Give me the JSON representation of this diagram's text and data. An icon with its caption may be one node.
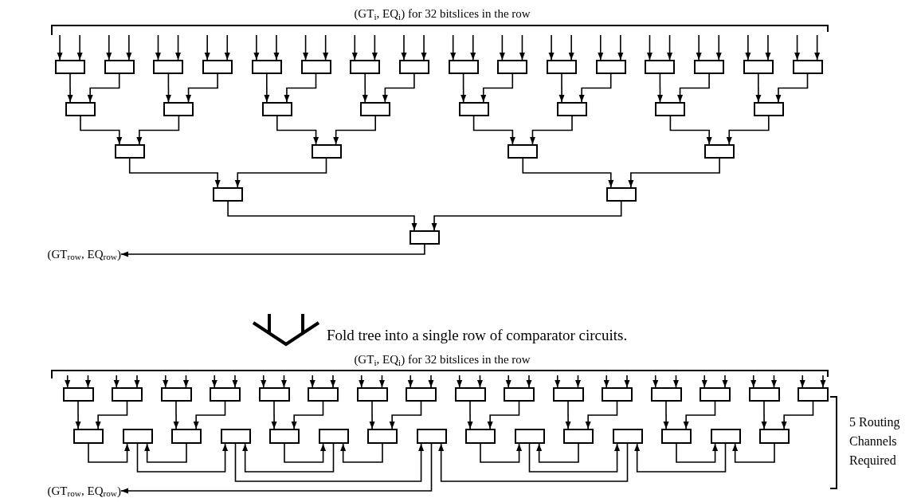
{
  "diagram": {
    "nodes": [
      {
        "text": [],
        "shape": "box"
      },
      {
        "text": [],
        "shape": "box"
      },
      {
        "text": [],
        "shape": "box"
      },
      {
        "text": [],
        "shape": "box"
      },
      {
        "text": [],
        "shape": "box"
      },
      {
        "text": [],
        "shape": "box"
      },
      {
        "text": [],
        "shape": "box"
      },
      {
        "text": [],
        "shape": "box"
      },
      {
        "text": [],
        "shape": "box"
      },
      {
        "text": [],
        "shape": "box"
      },
      {
        "text": [],
        "shape": "box"
      },
      {
        "text": [],
        "shape": "box"
      },
      {
        "text": [],
        "shape": "box"
      },
      {
        "text": [],
        "shape": "box"
      },
      {
        "text": [],
        "shape": "box"
      },
      {
        "text": [],
        "shape": "box"
      },
      {
        "text": [],
        "shape": "box"
      },
      {
        "text": [],
        "shape": "box"
      },
      {
        "text": [],
        "shape": "box"
      },
      {
        "text": [],
        "shape": "box"
      },
      {
        "text": [],
        "shape": "box"
      },
      {
        "text": [],
        "shape": "box"
      },
      {
        "text": [],
        "shape": "box"
      },
      {
        "text": [],
        "shape": "box"
      },
      {
        "text": [],
        "shape": "box"
      },
      {
        "text": [],
        "shape": "box"
      },
      {
        "text": [],
        "shape": "box"
      },
      {
        "text": [],
        "shape": "box"
      },
      {
        "text": [],
        "shape": "box"
      },
      {
        "text": [],
        "shape": "box"
      },
      {
        "text": [],
        "shape": "box"
      },
      {
        "text": [
          "(GT$_{row}$, EQ$_{row}$)"
        ]
      },
      {
        "text": [],
        "shape": "box"
      },
      {
        "text": [],
        "shape": "box"
      },
      {
        "text": [],
        "shape": "box"
      },
      {
        "text": [],
        "shape": "box"
      },
      {
        "text": [],
        "shape": "box"
      },
      {
        "text": [],
        "shape": "box"
      },
      {
        "text": [],
        "shape": "box"
      },
      {
        "text": [],
        "shape": "box"
      },
      {
        "text": [],
        "shape": "box"
      },
      {
        "text": [],
        "shape": "box"
      },
      {
        "text": [],
        "shape": "box"
      },
      {
        "text": [],
        "shape": "box"
      },
      {
        "text": [],
        "shape": "box"
      },
      {
        "text": [],
        "shape": "box"
      },
      {
        "text": [],
        "shape": "box"
      },
      {
        "text": [],
        "shape": "box"
      },
      {
        "text": [],
        "shape": "box"
      },
      {
        "text": [],
        "shape": "box"
      },
      {
        "text": [],
        "shape": "box"
      },
      {
        "text": [],
        "shape": "box"
      },
      {
        "text": [],
        "shape": "box"
      },
      {
        "text": [],
        "shape": "box"
      },
      {
        "text": [],
        "shape": "box"
      },
      {
        "text": [],
        "shape": "box"
      },
      {
        "text": [],
        "shape": "box"
      },
      {
        "text": [],
        "shape": "box"
      },
      {
        "text": [],
        "shape": "box"
      },
      {
        "text": [],
        "shape": "box"
      },
      {
        "text": [],
        "shape": "box"
      },
      {
        "text": [],
        "shape": "box"
      },
      {
        "text": [],
        "shape": "box"
      },
      {
        "text": [
          "(GT$_{row}$, EQ$_{row}$)"
        ]
      }
    ],
    "edges": [
      {
        "from": null,
        "to": 0,
        "arrow": "to"
      },
      {
        "from": null,
        "to": 0,
        "arrow": "to"
      },
      {
        "from": null,
        "to": 1,
        "arrow": "to"
      },
      {
        "from": null,
        "to": 1,
        "arrow": "to"
      },
      {
        "from": null,
        "to": 2,
        "arrow": "to"
      },
      {
        "from": null,
        "to": 2,
        "arrow": "to"
      },
      {
        "from": null,
        "to": 3,
        "arrow": "to"
      },
      {
        "from": null,
        "to": 3,
        "arrow": "to"
      },
      {
        "from": null,
        "to": 4,
        "arrow": "to"
      },
      {
        "from": null,
        "to": 4,
        "arrow": "to"
      },
      {
        "from": null,
        "to": 5,
        "arrow": "to"
      },
      {
        "from": null,
        "to": 5,
        "arrow": "to"
      },
      {
        "from": null,
        "to": 6,
        "arrow": "to"
      },
      {
        "from": null,
        "to": 6,
        "arrow": "to"
      },
      {
        "from": null,
        "to": 7,
        "arrow": "to"
      },
      {
        "from": null,
        "to": 7,
        "arrow": "to"
      },
      {
        "from": null,
        "to": 8,
        "arrow": "to"
      },
      {
        "from": null,
        "to": 8,
        "arrow": "to"
      },
      {
        "from": null,
        "to": 9,
        "arrow": "to"
      },
      {
        "from": null,
        "to": 9,
        "arrow": "to"
      },
      {
        "from": null,
        "to": 10,
        "arrow": "to"
      },
      {
        "from": null,
        "to": 10,
        "arrow": "to"
      },
      {
        "from": null,
        "to": 11,
        "arrow": "to"
      },
      {
        "from": null,
        "to": 11,
        "arrow": "to"
      },
      {
        "from": null,
        "to": 12,
        "arrow": "to"
      },
      {
        "from": null,
        "to": 12,
        "arrow": "to"
      },
      {
        "from": null,
        "to": 13,
        "arrow": "to"
      },
      {
        "from": null,
        "to": 13,
        "arrow": "to"
      },
      {
        "from": null,
        "to": 14,
        "arrow": "to"
      },
      {
        "from": null,
        "to": 14,
        "arrow": "to"
      },
      {
        "from": null,
        "to": 15,
        "arrow": "to"
      },
      {
        "from": null,
        "to": 15,
        "arrow": "to"
      },
      {
        "from": 0,
        "to": 16,
        "arrow": "to"
      },
      {
        "from": 1,
        "to": 16,
        "arrow": "to"
      },
      {
        "from": 2,
        "to": 17,
        "arrow": "to"
      },
      {
        "from": 3,
        "to": 17,
        "arrow": "to"
      },
      {
        "from": 4,
        "to": 18,
        "arrow": "to"
      },
      {
        "from": 5,
        "to": 18,
        "arrow": "to"
      },
      {
        "from": 6,
        "to": 19,
        "arrow": "to"
      },
      {
        "from": 7,
        "to": 19,
        "arrow": "to"
      },
      {
        "from": 8,
        "to": 20,
        "arrow": "to"
      },
      {
        "from": 9,
        "to": 20,
        "arrow": "to"
      },
      {
        "from": 10,
        "to": 21,
        "arrow": "to"
      },
      {
        "from": 11,
        "to": 21,
        "arrow": "to"
      },
      {
        "from": 12,
        "to": 22,
        "arrow": "to"
      },
      {
        "from": 13,
        "to": 22,
        "arrow": "to"
      },
      {
        "from": 14,
        "to": 23,
        "arrow": "to"
      },
      {
        "from": 15,
        "to": 23,
        "arrow": "to"
      },
      {
        "from": 16,
        "to": 24,
        "arrow": "to"
      },
      {
        "from": 17,
        "to": 24,
        "arrow": "to"
      },
      {
        "from": 18,
        "to": 25,
        "arrow": "to"
      },
      {
        "from": 19,
        "to": 25,
        "arrow": "to"
      },
      {
        "from": 20,
        "to": 26,
        "arrow": "to"
      },
      {
        "from": 21,
        "to": 26,
        "arrow": "to"
      },
      {
        "from": 22,
        "to": 27,
        "arrow": "to"
      },
      {
        "from": 23,
        "to": 27,
        "arrow": "to"
      },
      {
        "from": 24,
        "to": 28,
        "arrow": "to"
      },
      {
        "from": 25,
        "to": 28,
        "arrow": "to"
      },
      {
        "from": 26,
        "to": 29,
        "arrow": "to"
      },
      {
        "from": 27,
        "to": 29,
        "arrow": "to"
      },
      {
        "from": 28,
        "to": 30,
        "arrow": "to"
      },
      {
        "from": 29,
        "to": 30,
        "arrow": "to"
      },
      {
        "from": 30,
        "to": 31,
        "arrow": "to"
      },
      {
        "from": null,
        "to": 32,
        "arrow": "to"
      },
      {
        "from": null,
        "to": 32,
        "arrow": "to"
      },
      {
        "from": null,
        "to": 33,
        "arrow": "to"
      },
      {
        "from": null,
        "to": 33,
        "arrow": "to"
      },
      {
        "from": null,
        "to": 34,
        "arrow": "to"
      },
      {
        "from": null,
        "to": 34,
        "arrow": "to"
      },
      {
        "from": null,
        "to": 35,
        "arrow": "to"
      },
      {
        "from": null,
        "to": 35,
        "arrow": "to"
      },
      {
        "from": null,
        "to": 36,
        "arrow": "to"
      },
      {
        "from": null,
        "to": 36,
        "arrow": "to"
      },
      {
        "from": null,
        "to": 37,
        "arrow": "to"
      },
      {
        "from": null,
        "to": 37,
        "arrow": "to"
      },
      {
        "from": null,
        "to": 38,
        "arrow": "to"
      },
      {
        "from": null,
        "to": 38,
        "arrow": "to"
      },
      {
        "from": null,
        "to": 39,
        "arrow": "to"
      },
      {
        "from": null,
        "to": 39,
        "arrow": "to"
      },
      {
        "from": null,
        "to": 40,
        "arrow": "to"
      },
      {
        "from": null,
        "to": 40,
        "arrow": "to"
      },
      {
        "from": null,
        "to": 41,
        "arrow": "to"
      },
      {
        "from": null,
        "to": 41,
        "arrow": "to"
      },
      {
        "from": null,
        "to": 42,
        "arrow": "to"
      },
      {
        "from": null,
        "to": 42,
        "arrow": "to"
      },
      {
        "from": null,
        "to": 43,
        "arrow": "to"
      },
      {
        "from": null,
        "to": 43,
        "arrow": "to"
      },
      {
        "from": null,
        "to": 44,
        "arrow": "to"
      },
      {
        "from": null,
        "to": 44,
        "arrow": "to"
      },
      {
        "from": null,
        "to": 45,
        "arrow": "to"
      },
      {
        "from": null,
        "to": 45,
        "arrow": "to"
      },
      {
        "from": null,
        "to": 46,
        "arrow": "to"
      },
      {
        "from": null,
        "to": 46,
        "arrow": "to"
      },
      {
        "from": null,
        "to": 47,
        "arrow": "to"
      },
      {
        "from": null,
        "to": 47,
        "arrow": "to"
      },
      {
        "from": 32,
        "to": 48,
        "arrow": "to"
      },
      {
        "from": 33,
        "to": 48,
        "arrow": "to"
      },
      {
        "from": 34,
        "to": 50,
        "arrow": "to"
      },
      {
        "from": 35,
        "to": 50,
        "arrow": "to"
      },
      {
        "from": 36,
        "to": 52,
        "arrow": "to"
      },
      {
        "from": 37,
        "to": 52,
        "arrow": "to"
      },
      {
        "from": 38,
        "to": 54,
        "arrow": "to"
      },
      {
        "from": 39,
        "to": 54,
        "arrow": "to"
      },
      {
        "from": 40,
        "to": 56,
        "arrow": "to"
      },
      {
        "from": 41,
        "to": 56,
        "arrow": "to"
      },
      {
        "from": 42,
        "to": 58,
        "arrow": "to"
      },
      {
        "from": 43,
        "to": 58,
        "arrow": "to"
      },
      {
        "from": 44,
        "to": 60,
        "arrow": "to"
      },
      {
        "from": 45,
        "to": 60,
        "arrow": "to"
      },
      {
        "from": 46,
        "to": 62,
        "arrow": "to"
      },
      {
        "from": 47,
        "to": 62,
        "arrow": "to"
      },
      {
        "from": 48,
        "to": 49,
        "arrow": "to"
      },
      {
        "from": 50,
        "to": 49,
        "arrow": "to"
      },
      {
        "from": 52,
        "to": 53,
        "arrow": "to"
      },
      {
        "from": 54,
        "to": 53,
        "arrow": "to"
      },
      {
        "from": 56,
        "to": 57,
        "arrow": "to"
      },
      {
        "from": 58,
        "to": 57,
        "arrow": "to"
      },
      {
        "from": 60,
        "to": 61,
        "arrow": "to"
      },
      {
        "from": 62,
        "to": 61,
        "arrow": "to"
      },
      {
        "from": 49,
        "to": 51,
        "arrow": "to"
      },
      {
        "from": 53,
        "to": 51,
        "arrow": "to"
      },
      {
        "from": 57,
        "to": 59,
        "arrow": "to"
      },
      {
        "from": 61,
        "to": 59,
        "arrow": "to"
      },
      {
        "from": 51,
        "to": 55,
        "arrow": "to"
      },
      {
        "from": 59,
        "to": 55,
        "arrow": "to"
      },
      {
        "from": 55,
        "to": 63,
        "arrow": "to"
      }
    ],
    "labels": [
      "(GT$_{i}$, EQ$_{i}$) for 32 bitslices in the row",
      "Fold tree into a single row of comparator circuits.",
      "(GT$_{i}$, EQ$_{i}$) for 32 bitslices in the row",
      "5 Routing Channels Required"
    ]
  }
}
